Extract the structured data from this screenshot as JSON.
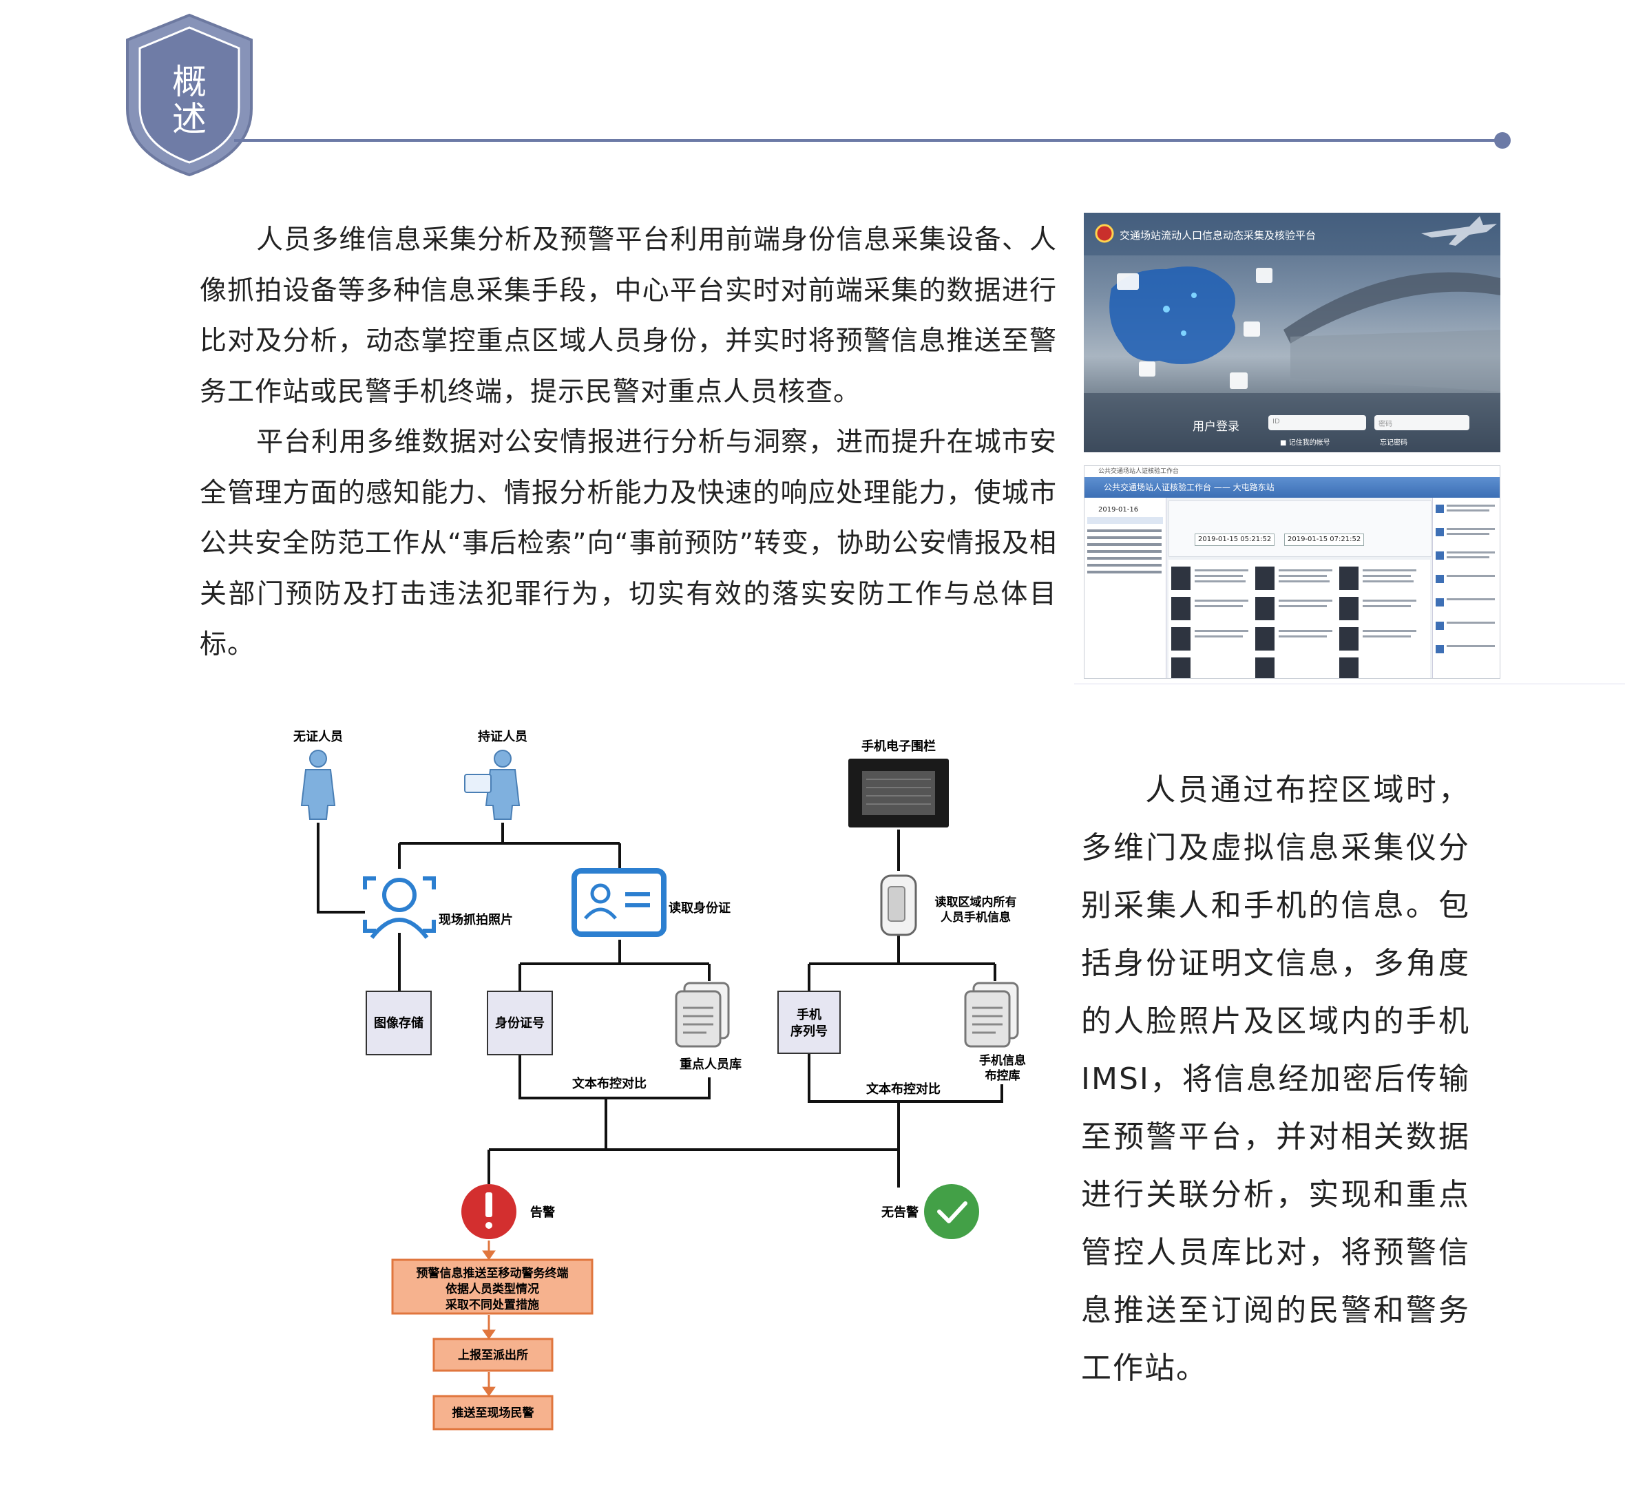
{
  "header": {
    "section_title": "概述"
  },
  "intro": {
    "paragraphs": [
      "人员多维信息采集分析及预警平台利用前端身份信息采集设备、人像抓拍设备等多种信息采集手段，中心平台实时对前端采集的数据进行比对及分析，动态掌控重点区域人员身份，并实时将预警信息推送至警务工作站或民警手机终端，提示民警对重点人员核查。",
      "平台利用多维数据对公安情报进行分析与洞察，进而提升在城市安全管理方面的感知能力、情报分析能力及快速的响应处理能力，使城市公共安全防范工作从“事后检索”向“事前预防”转变，协助公安情报及相关部门预防及打击违法犯罪行为，切实有效的落实安防工作与总体目标。"
    ]
  },
  "screenshot_login": {
    "title": "交通场站流动人口信息动态采集及核验平台",
    "login_label": "用户登录",
    "user_placeholder": "ID",
    "pass_placeholder": "密码",
    "remember": "记住我的帐号",
    "forgot": "忘记密码"
  },
  "screenshot_work": {
    "window_title": "公共交通场站人证核验工作台",
    "header_title": "公共交通场站人证核验工作台 —— 大屯路东站",
    "date": "2019-01-16",
    "start_time": "2019-01-15 05:21:52",
    "end_time": "2019-01-15 07:21:52"
  },
  "diagram": {
    "no_id_person": "无证人员",
    "id_person": "持证人员",
    "phone_fence": "手机电子围栏",
    "capture_photo": "现场抓拍照片",
    "read_id": "读取身份证",
    "read_phone_line1": "读取区域内所有",
    "read_phone_line2": "人员手机信息",
    "image_store": "图像存储",
    "id_number": "身份证号",
    "key_person_db": "重点人员库",
    "phone_serial_line1": "手机",
    "phone_serial_line2": "序列号",
    "phone_db_line1": "手机信息",
    "phone_db_line2": "布控库",
    "text_compare": "文本布控对比",
    "alarm": "告警",
    "no_alarm": "无告警",
    "step1_line1": "预警信息推送至移动警务终端",
    "step1_line2": "依据人员类型情况",
    "step1_line3": "采取不同处置措施",
    "step2": "上报至派出所",
    "step3": "推送至现场民警"
  },
  "side": {
    "paragraph": "人员通过布控区域时，多维门及虚拟信息采集仪分别采集人和手机的信息。包括身份证明文信息，多角度的人脸照片及区域内的手机 IMSI，将信息经加密后传输至预警平台，并对相关数据进行关联分析，实现和重点管控人员库比对，将预警信息推送至订阅的民警和警务工作站。"
  },
  "colors": {
    "accent": "#6c7aa6",
    "diagram_blue": "#3d8fd6",
    "alarm_red": "#d32f2f",
    "ok_green": "#43a047",
    "step_fill": "#f6b28e",
    "step_border": "#e0763e"
  }
}
